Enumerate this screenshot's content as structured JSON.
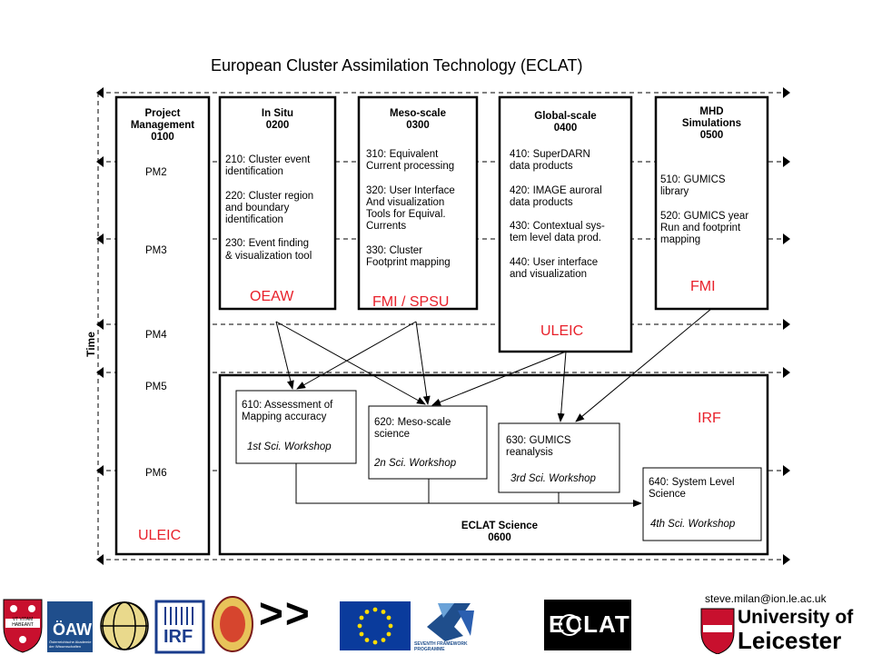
{
  "title": "European Cluster Assimilation Technology (ECLAT)",
  "time_label": "Time",
  "milestones": [
    "PM2",
    "PM3",
    "PM4",
    "PM5",
    "PM6"
  ],
  "boxes": {
    "pm": {
      "header": "Project\nManagement\n0100",
      "org": "ULEIC"
    },
    "insitu": {
      "header": "In Situ\n0200",
      "body": "210: Cluster event\nidentification\n\n220: Cluster region\nand boundary\nidentification\n\n230: Event finding\n& visualization tool",
      "org": "OEAW"
    },
    "meso": {
      "header": "Meso-scale\n0300",
      "body": "310: Equivalent\nCurrent processing\n\n320: User Interface\nAnd visualization\nTools for Equival.\nCurrents\n\n330: Cluster\nFootprint mapping",
      "org": "FMI / SPSU"
    },
    "global": {
      "header": "Global-scale\n0400",
      "body": "410: SuperDARN\ndata products\n\n420: IMAGE auroral\ndata products\n\n430: Contextual sys-\ntem level data prod.\n\n440: User interface\nand visualization",
      "org": "ULEIC"
    },
    "mhd": {
      "header": "MHD\nSimulations\n0500",
      "body": "510: GUMICS\nlibrary\n\n520: GUMICS year\nRun and footprint\nmapping",
      "org": "FMI"
    },
    "science": {
      "header": "ECLAT Science\n0600",
      "org": "IRF",
      "items": [
        {
          "text": "610: Assessment of\nMapping accuracy",
          "workshop": "1st Sci. Workshop"
        },
        {
          "text": "620: Meso-scale\nscience",
          "workshop": "2n Sci. Workshop"
        },
        {
          "text": "630: GUMICS\nreanalysis",
          "workshop": "3rd Sci. Workshop"
        },
        {
          "text": "640: System Level\nScience",
          "workshop": "4th Sci. Workshop"
        }
      ]
    }
  },
  "footer": {
    "email": "steve.milan@ion.le.ac.uk",
    "arrows": ">>",
    "logos": [
      "ulster-crest-logo",
      "oaw-logo",
      "spsu-logo",
      "irf-logo",
      "university-seal-logo",
      "eu-flag-logo",
      "fp7-logo",
      "eclat-logo",
      "university-of-leicester-logo"
    ],
    "oaw_text": "ÖAW",
    "oaw_sub": "Österreichische Akademie der Wissenschaften",
    "irf_text": "IRF",
    "fp7_text": "SEVENTH FRAMEWORK PROGRAMME",
    "eclat_text": "ECLAT",
    "leicester_line1": "University of",
    "leicester_line2": "Leicester",
    "crest_motto": "VT VITAM HABEANT"
  },
  "colors": {
    "org_red": "#e8202a",
    "irf_blue": "#1a3c8c",
    "eu_blue": "#0a3b9c",
    "eu_star": "#ffdd00",
    "leicester_red": "#c8102e"
  }
}
